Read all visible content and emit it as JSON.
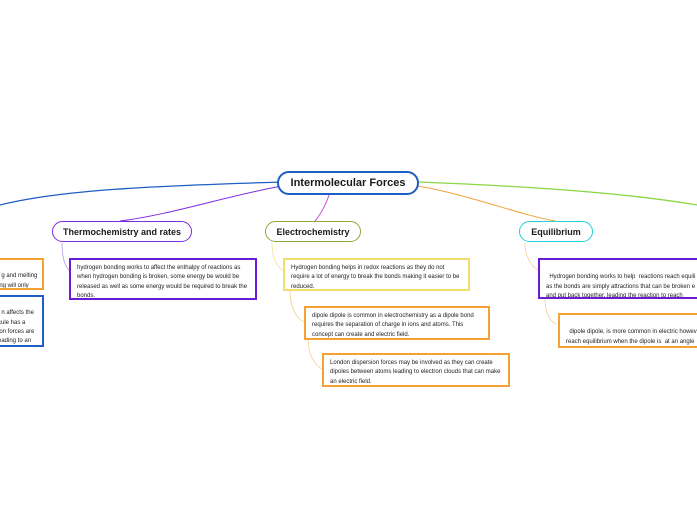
{
  "central": {
    "title": "Intermolecular Forces"
  },
  "topics": {
    "thermo": "Thermochemistry and rates",
    "electro": "Electrochemistry",
    "equilibrium": "Equilibrium"
  },
  "notes": {
    "left_top": "g and melting\ning will only",
    "left_bottom": "n affects the\ncule has a\nion forces are\neading to an",
    "thermo_1": "hydrogen bonding works to affect the enthalpy of reactions as when hydrogen bonding is broken, some energy be would be released as well as some energy would be required to break the bonds.",
    "electro_1": "Hydrogen bonding helps in redox reactions as they do not require a lot of energy to break the bonds making it easier to be reduced.",
    "electro_2": "dipole dipole is common in electrochemistry as a dipole bond requires the  separation of charge in ions and atoms. This concept can create and electric field.",
    "electro_3": "London dispersion forces may be involved as they can create dipoles between atoms leading to electron clouds that can make an electric field.",
    "equil_1": "Hydrogen bonding works to help  reactions reach equili\nas the bonds are simply attractions that can be broken e\nand put back together, leading the reaction to reach\nequilibrium",
    "equil_2": "dipole dipole, is more common in electric howev\nreach equilibrium when the dipole is  at an angle\nthe electric field."
  },
  "colors": {
    "central": "#1f5ec2",
    "thermo": "#7b2be0",
    "electro": "#d04fd8",
    "equilibrium": "#f3a13b",
    "right_branch": "#8bd645",
    "left_branch": "#1f5ec2",
    "thermo_topic": "#7b2be0",
    "electro_topic": "#8aa83d",
    "equil_topic": "#1fd1d6",
    "note_purple": "#6a1bd6",
    "note_yellow": "#f2de6a",
    "note_orange": "#f4a233",
    "note_blue": "#1f5ec2"
  }
}
